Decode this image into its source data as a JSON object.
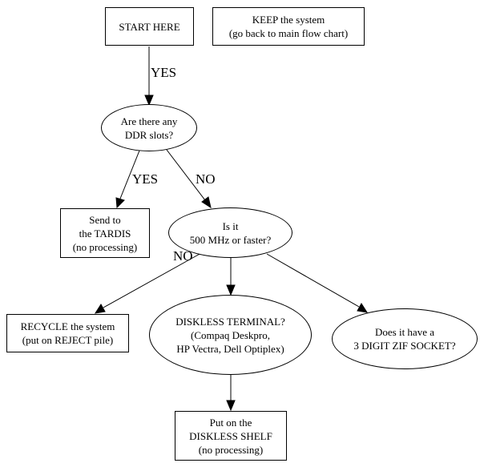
{
  "nodes": {
    "start": "START HERE",
    "keep": "KEEP the system\n(go back to main flow chart)",
    "ddr": "Are there any\nDDR slots?",
    "tardis": "Send to\nthe TARDIS\n(no processing)",
    "speed": "Is it\n500 MHz or faster?",
    "recycle": "RECYCLE the system\n(put on REJECT pile)",
    "diskless_q": "DISKLESS TERMINAL?\n(Compaq Deskpro,\nHP Vectra, Dell Optiplex)",
    "zif": "Does it have a\n3 DIGIT ZIF SOCKET?",
    "diskless_shelf": "Put on the\nDISKLESS SHELF\n(no processing)"
  },
  "edge_labels": {
    "start_to_ddr": "YES",
    "ddr_to_tardis": "YES",
    "ddr_to_speed": "NO",
    "speed_to_recycle": "NO"
  }
}
